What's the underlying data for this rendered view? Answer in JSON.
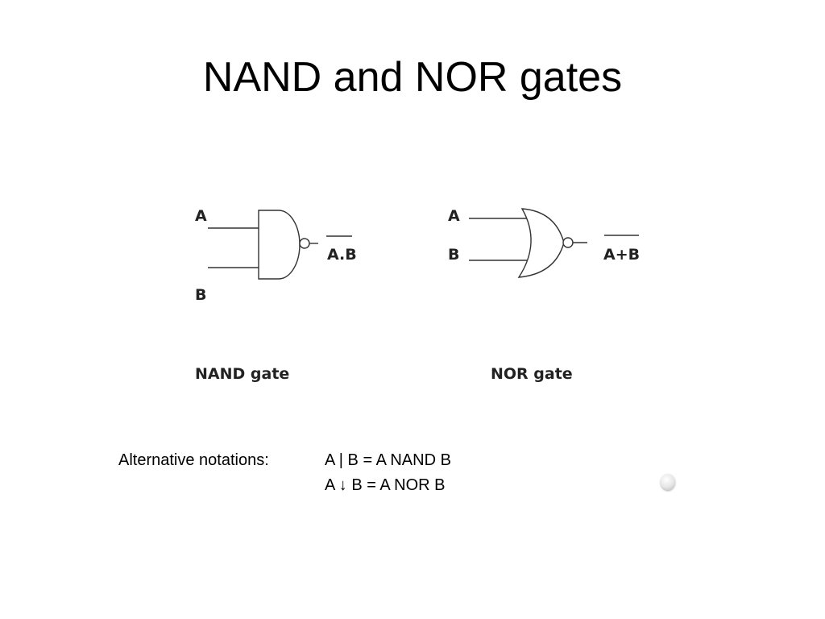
{
  "title": "NAND and NOR gates",
  "nand": {
    "input_a": "A",
    "input_b": "B",
    "output": "A.B",
    "caption": "NAND gate"
  },
  "nor": {
    "input_a": "A",
    "input_b": "B",
    "output": "A+B",
    "caption": "NOR gate"
  },
  "notations": {
    "label": "Alternative notations:",
    "line1": "A | B = A NAND B",
    "line2": "A ↓ B = A NOR B"
  }
}
